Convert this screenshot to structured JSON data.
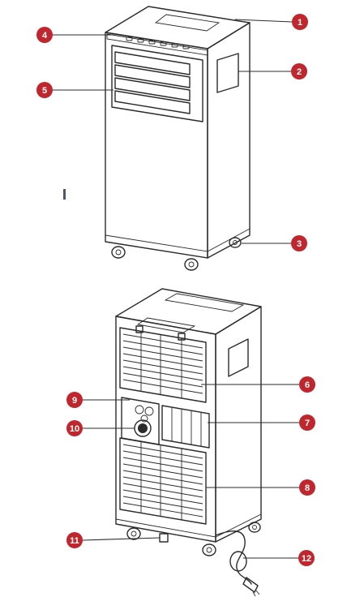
{
  "figure": {
    "colors": {
      "badge": "#c0262d",
      "line": "#2b2b2b",
      "marker": "#4a5a6b"
    },
    "callouts": [
      {
        "id": "c1",
        "number": "1"
      },
      {
        "id": "c2",
        "number": "2"
      },
      {
        "id": "c3",
        "number": "3"
      },
      {
        "id": "c4",
        "number": "4"
      },
      {
        "id": "c5",
        "number": "5"
      },
      {
        "id": "c6",
        "number": "6"
      },
      {
        "id": "c7",
        "number": "7"
      },
      {
        "id": "c8",
        "number": "8"
      },
      {
        "id": "c9",
        "number": "9"
      },
      {
        "id": "c10",
        "number": "10"
      },
      {
        "id": "c11",
        "number": "11"
      },
      {
        "id": "c12",
        "number": "12"
      }
    ],
    "views": [
      "front-view",
      "rear-view"
    ]
  }
}
